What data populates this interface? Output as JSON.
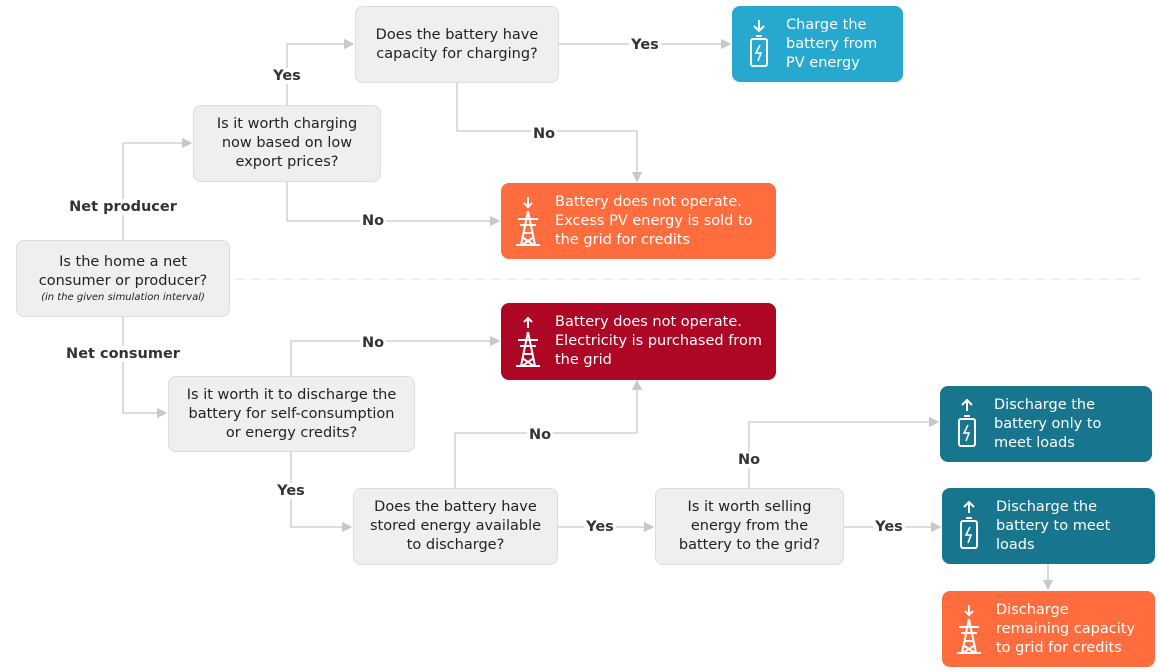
{
  "colors": {
    "blue": "#27a9cf",
    "orange": "#ff6d3e",
    "red": "#ae0625",
    "teal": "#17768e"
  },
  "questions": {
    "home": {
      "text": "Is the home a net consumer or producer?",
      "note": "(in the given simulation interval)"
    },
    "charge_worth": "Is it worth charging now based on low export prices?",
    "capacity": "Does the battery have capacity for charging?",
    "discharge_worth": "Is it worth it to discharge the battery for self-consumption or energy credits?",
    "stored": "Does the battery have stored energy available to discharge?",
    "sell": "Is it worth selling energy from the battery to the grid?"
  },
  "results": {
    "charge_pv": {
      "text": "Charge the battery from PV energy",
      "icon": "battery-charge-icon"
    },
    "sell_pv": {
      "text": "Battery does not operate. Excess PV energy is sold to the grid for credits",
      "icon": "grid-pylon-icon"
    },
    "purchase": {
      "text": "Battery does not operate. Electricity is purchased from the grid",
      "icon": "grid-pylon-icon"
    },
    "discharge_only": {
      "text": "Discharge the battery only to meet loads",
      "icon": "battery-discharge-icon"
    },
    "discharge_loads": {
      "text": "Discharge the battery to meet loads",
      "icon": "battery-discharge-icon"
    },
    "discharge_remaining": {
      "text": "Discharge remaining capacity to grid for credits",
      "icon": "grid-pylon-icon"
    }
  },
  "labels": {
    "net_producer": "Net producer",
    "net_consumer": "Net consumer",
    "yes": "Yes",
    "no": "No"
  }
}
